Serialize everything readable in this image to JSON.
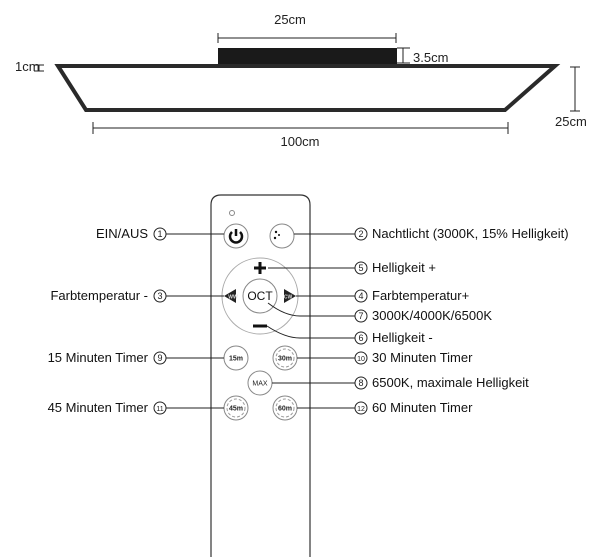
{
  "dimensions": {
    "box_width": "25cm",
    "box_height": "3.5cm",
    "frame_thickness": "1cm",
    "panel_length": "100cm",
    "panel_width": "25cm"
  },
  "remote": {
    "buttons": {
      "cct": "OCT",
      "warm": "WW",
      "cool": "CW",
      "timer15": "15m",
      "timer30": "30m",
      "max": "MAX",
      "timer45": "45m",
      "timer60": "60m"
    },
    "callouts": [
      {
        "num": "1",
        "label": "EIN/AUS"
      },
      {
        "num": "2",
        "label": "Nachtlicht (3000K, 15% Helligkeit)"
      },
      {
        "num": "3",
        "label": "Farbtemperatur -"
      },
      {
        "num": "4",
        "label": "Farbtemperatur+"
      },
      {
        "num": "5",
        "label": "Helligkeit +"
      },
      {
        "num": "6",
        "label": "Helligkeit -"
      },
      {
        "num": "7",
        "label": "3000K/4000K/6500K"
      },
      {
        "num": "8",
        "label": "6500K, maximale Helligkeit"
      },
      {
        "num": "9",
        "label": "15 Minuten Timer"
      },
      {
        "num": "10",
        "label": "30 Minuten Timer"
      },
      {
        "num": "11",
        "label": "45 Minuten Timer"
      },
      {
        "num": "12",
        "label": "60 Minuten Timer"
      }
    ]
  }
}
